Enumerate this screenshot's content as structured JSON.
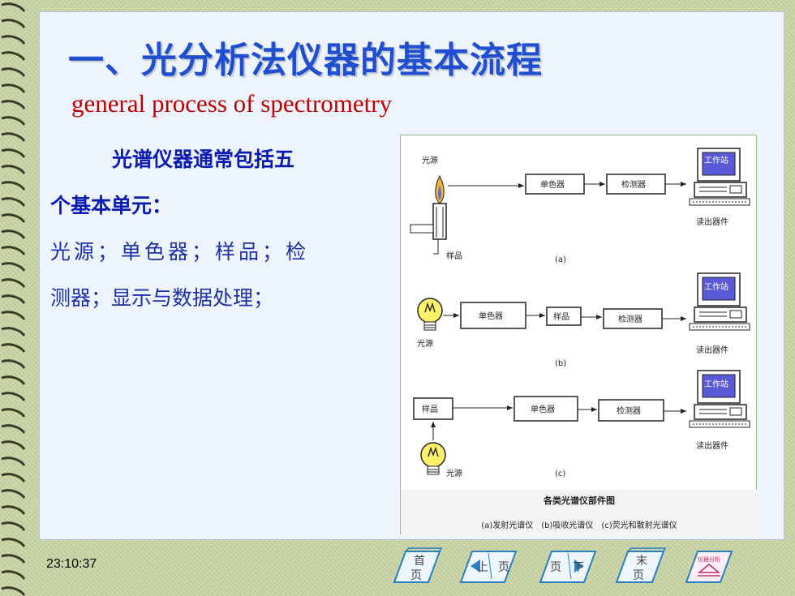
{
  "slide": {
    "title": "一、光分析法仪器的基本流程",
    "subtitle": "general process of spectrometry",
    "body_lines": [
      "光谱仪器通常包括五",
      "个基本单元：",
      "光源；单色器；样品；检",
      "测器；显示与数据处理；"
    ],
    "clock": "23:10:37"
  },
  "figure": {
    "caption_title": "各类光谱仪部件图",
    "caption_sub": "(a)发射光谱仪　(b)吸收光谱仪　(c)荧光和散射光谱仪",
    "workstation": "工作站",
    "readout": "读出器件",
    "mono": "单色器",
    "detector": "检测器",
    "sample": "样品",
    "source": "光源",
    "panel_a": "(a)",
    "panel_b": "(b)",
    "panel_c": "(c)"
  },
  "nav": {
    "first": [
      "首",
      "页"
    ],
    "prev": [
      "上",
      "页"
    ],
    "next": [
      "页",
      "下"
    ],
    "last": [
      "末",
      "页"
    ],
    "home": "仪器分析"
  },
  "colors": {
    "title": "#1f4fd0",
    "subtitle": "#c00000",
    "body": "#0b1bb0",
    "workstation_screen": "#5a5ad8"
  }
}
